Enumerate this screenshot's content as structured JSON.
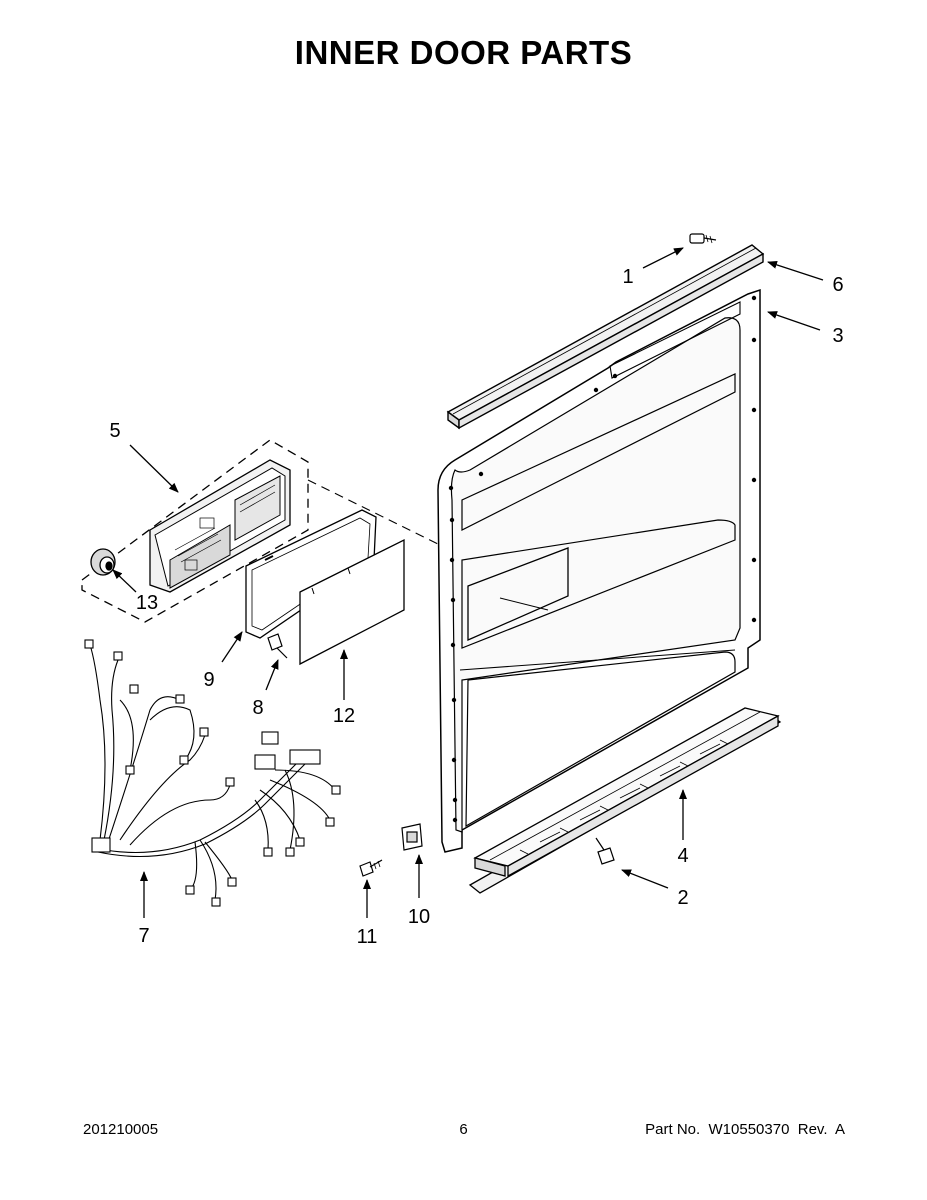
{
  "title": "INNER DOOR PARTS",
  "callouts": {
    "c1": "1",
    "c2": "2",
    "c3": "3",
    "c4": "4",
    "c5": "5",
    "c6": "6",
    "c7": "7",
    "c8": "8",
    "c9": "9",
    "c10": "10",
    "c11": "11",
    "c12": "12",
    "c13": "13"
  },
  "footer": {
    "doc_code": "201210005",
    "page_number": "6",
    "part_number": "Part No.  W10550370  Rev.  A"
  },
  "colors": {
    "line": "#000000",
    "background": "#ffffff",
    "fill_light": "#f2f2f2",
    "fill_mid": "#d9d9d9"
  }
}
